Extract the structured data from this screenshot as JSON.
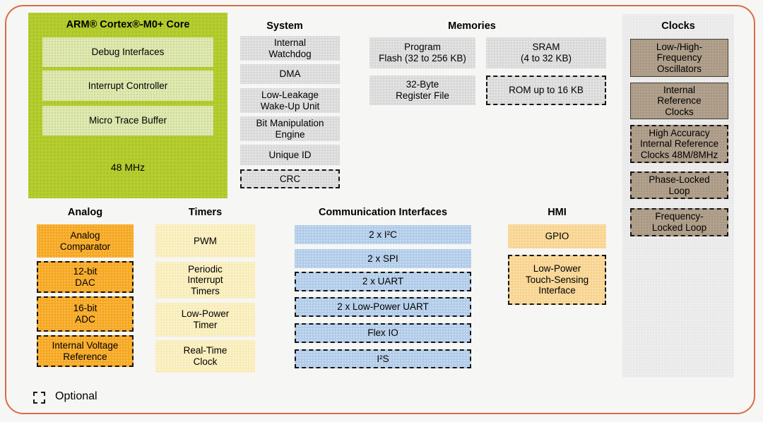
{
  "legend": {
    "label": "Optional"
  },
  "colors": {
    "frame_border": "#DB6B47",
    "core_green": "#B5CD2F",
    "core_inner_green": "#E0EAAD",
    "gray_box": "#D9D9D9",
    "clocks_panel": "#E9E9E9",
    "clocks_box_tan": "#B1A08C",
    "analog_orange": "#F6A822",
    "timers_yellow": "#F8ECB7",
    "comm_blue": "#B1CCE9",
    "hmi_amber": "#F8D48F"
  },
  "core": {
    "title": "ARM® Cortex®-M0+ Core",
    "items": [
      {
        "label": "Debug Interfaces",
        "optional": false
      },
      {
        "label": "Interrupt Controller",
        "optional": false
      },
      {
        "label": "Micro Trace Buffer",
        "optional": false
      }
    ],
    "frequency": "48 MHz"
  },
  "system": {
    "title": "System",
    "items": [
      {
        "label": "Internal\nWatchdog",
        "optional": false
      },
      {
        "label": "DMA",
        "optional": false
      },
      {
        "label": "Low-Leakage\nWake-Up Unit",
        "optional": false
      },
      {
        "label": "Bit Manipulation\nEngine",
        "optional": false
      },
      {
        "label": "Unique ID",
        "optional": false
      },
      {
        "label": "CRC",
        "optional": true
      }
    ]
  },
  "memories": {
    "title": "Memories",
    "items": [
      {
        "label": "Program\nFlash (32 to 256 KB)",
        "optional": false
      },
      {
        "label": "SRAM\n(4 to 32 KB)",
        "optional": false
      },
      {
        "label": "32-Byte\nRegister File",
        "optional": false
      },
      {
        "label": "ROM up to 16 KB",
        "optional": true
      }
    ]
  },
  "clocks": {
    "title": "Clocks",
    "items": [
      {
        "label": "Low-/High-\nFrequency\nOscillators",
        "optional": false
      },
      {
        "label": "Internal\nReference\nClocks",
        "optional": false
      },
      {
        "label": "High Accuracy\nInternal Reference\nClocks 48M/8MHz",
        "optional": true
      },
      {
        "label": "Phase-Locked\nLoop",
        "optional": true
      },
      {
        "label": "Frequency-\nLocked Loop",
        "optional": true
      }
    ]
  },
  "analog": {
    "title": "Analog",
    "items": [
      {
        "label": "Analog\nComparator",
        "optional": false
      },
      {
        "label": "12-bit\nDAC",
        "optional": true
      },
      {
        "label": "16-bit\nADC",
        "optional": true
      },
      {
        "label": "Internal Voltage\nReference",
        "optional": true
      }
    ]
  },
  "timers": {
    "title": "Timers",
    "items": [
      {
        "label": "PWM",
        "optional": false
      },
      {
        "label": "Periodic\nInterrupt\nTimers",
        "optional": false
      },
      {
        "label": "Low-Power\nTimer",
        "optional": false
      },
      {
        "label": "Real-Time\nClock",
        "optional": false
      }
    ]
  },
  "comm": {
    "title": "Communication Interfaces",
    "items": [
      {
        "label": "2 x I²C",
        "optional": false
      },
      {
        "label": "2 x SPI",
        "optional": false
      },
      {
        "label": "2 x UART",
        "optional": true
      },
      {
        "label": "2 x Low-Power UART",
        "optional": true
      },
      {
        "label": "Flex IO",
        "optional": true
      },
      {
        "label": "I²S",
        "optional": true
      }
    ]
  },
  "hmi": {
    "title": "HMI",
    "items": [
      {
        "label": "GPIO",
        "optional": false
      },
      {
        "label": "Low-Power\nTouch-Sensing\nInterface",
        "optional": true
      }
    ]
  }
}
